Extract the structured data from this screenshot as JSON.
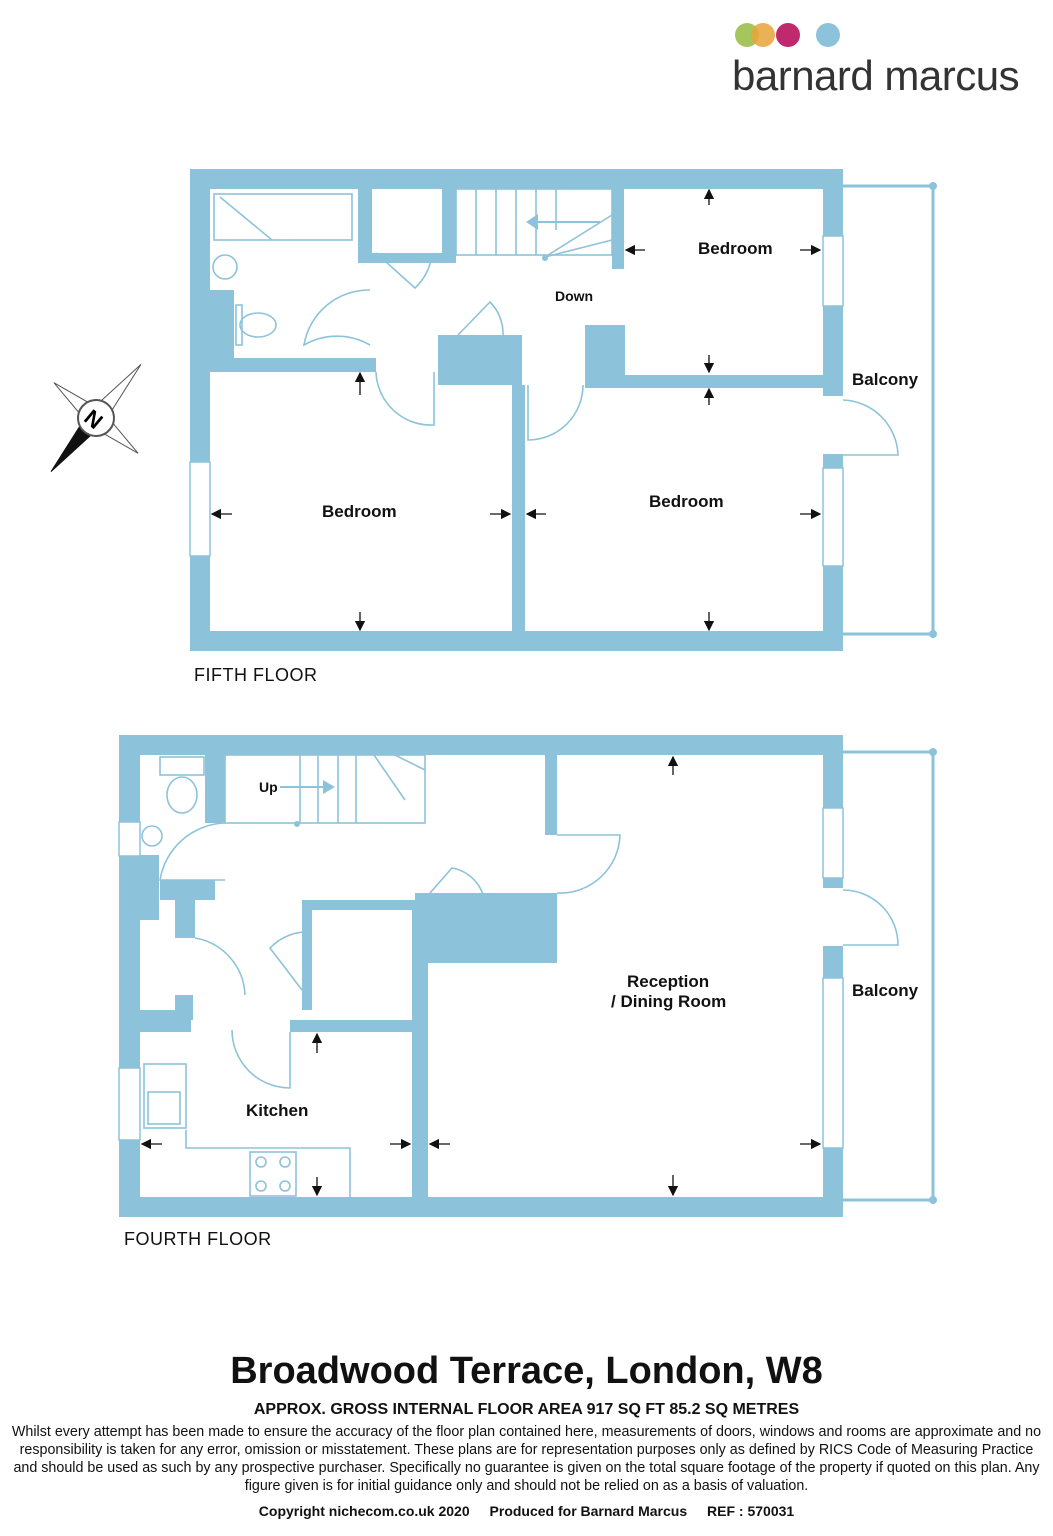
{
  "brand": {
    "name": "barnard marcus",
    "dot_colors": [
      "#9bc04a",
      "#e8a33a",
      "#c0296e",
      "#8dc3da"
    ]
  },
  "floors": {
    "fifth": {
      "label": "FIFTH FLOOR",
      "rooms": {
        "bedroom_top": "Bedroom",
        "bedroom_left": "Bedroom",
        "bedroom_right": "Bedroom",
        "balcony": "Balcony",
        "stairs": "Down"
      }
    },
    "fourth": {
      "label": "FOURTH FLOOR",
      "rooms": {
        "reception": "Reception",
        "dining": "/ Dining Room",
        "kitchen": "Kitchen",
        "balcony": "Balcony",
        "stairs": "Up"
      }
    }
  },
  "compass": {
    "label": "N"
  },
  "footer": {
    "title": "Broadwood Terrace, London, W8",
    "area": "APPROX. GROSS INTERNAL FLOOR AREA 917 SQ FT 85.2 SQ METRES",
    "disclaimer": "Whilst every attempt has been made to ensure the accuracy of the floor plan contained here, measurements of doors, windows and rooms are approximate and no responsibility is taken for any error, omission or misstatement. These plans are for representation purposes only as defined by RICS Code of Measuring Practice and should be used as such by any prospective purchaser.  Specifically no guarantee is given on the total square footage of the property if quoted on this plan. Any figure given is for initial guidance only and should not be relied on as a basis of valuation.",
    "copyright": "Copyright nichecom.co.uk 2020",
    "produced_for": "Produced for Barnard Marcus",
    "ref": "REF : 570031"
  },
  "colors": {
    "wall": "#8dc3da"
  }
}
